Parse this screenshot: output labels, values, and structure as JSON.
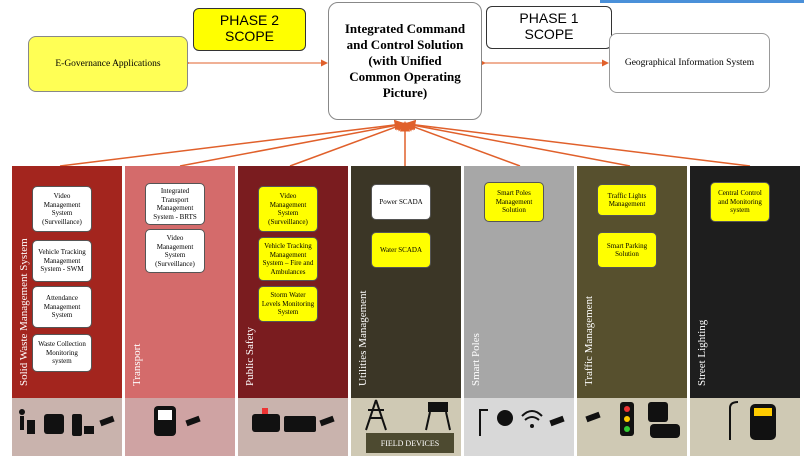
{
  "phase2": {
    "line1": "PHASE 2",
    "line2": "SCOPE"
  },
  "phase1": {
    "line1": "PHASE 1",
    "line2": "SCOPE"
  },
  "center": {
    "line1": "Integrated Command",
    "line2": "and Control Solution",
    "line3": "(with Unified",
    "line4": "Common Operating",
    "line5": "Picture)"
  },
  "egov": "E-Governance Applications",
  "gis": "Geographical Information System",
  "columns": [
    {
      "title": "Solid Waste Management System",
      "color": "#a3251e",
      "strip": "#c9b3ad",
      "cards": [
        {
          "lines": [
            "Video",
            "Management",
            "System",
            "(Surveillance)"
          ],
          "style": "white"
        },
        {
          "lines": [
            "Vehicle Tracking",
            "Management",
            "System - SWM"
          ],
          "style": "white"
        },
        {
          "lines": [
            "Attendance",
            "Management",
            "System"
          ],
          "style": "white"
        },
        {
          "lines": [
            "Waste Collection",
            "Monitoring",
            "system"
          ],
          "style": "white"
        }
      ]
    },
    {
      "title": "Transport",
      "color": "#d46b6b",
      "strip": "#cfa3a3",
      "cards": [
        {
          "lines": [
            "Integrated",
            "Transport",
            "Management",
            "System - BRTS"
          ],
          "style": "white"
        },
        {
          "lines": [
            "Video",
            "Management",
            "System",
            "(Surveillance)"
          ],
          "style": "white"
        }
      ]
    },
    {
      "title": "Public Safety",
      "color": "#7a1c1f",
      "strip": "#c9b3ad",
      "cards": [
        {
          "lines": [
            "Video",
            "Management",
            "System",
            "(Surveillance)"
          ],
          "style": "yellow"
        },
        {
          "lines": [
            "Vehicle Tracking",
            "Management",
            "System – Fire and",
            "Ambulances"
          ],
          "style": "yellow"
        },
        {
          "lines": [
            "Storm Water",
            "Levels Monitoring",
            "System"
          ],
          "style": "yellow"
        }
      ]
    },
    {
      "title": "Utilities Management",
      "color": "#3b3626",
      "strip": "#cfc9b4",
      "cards": [
        {
          "lines": [
            "Power SCADA"
          ],
          "style": "white"
        },
        {
          "lines": [
            "Water SCADA"
          ],
          "style": "yellow"
        }
      ]
    },
    {
      "title": "Smart Poles",
      "color": "#a7a7a7",
      "strip": "#d8d8d8",
      "cards": [
        {
          "lines": [
            "Smart Poles",
            "Management",
            "Solution"
          ],
          "style": "yellow"
        }
      ]
    },
    {
      "title": "Traffic Management",
      "color": "#57502e",
      "strip": "#cfc9b4",
      "cards": [
        {
          "lines": [
            "Traffic Lights",
            "Management"
          ],
          "style": "yellow"
        },
        {
          "lines": [
            "Smart Parking",
            "Solution"
          ],
          "style": "yellow"
        }
      ]
    },
    {
      "title": "Street Lighting",
      "color": "#1e1e1e",
      "strip": "#cfc9b4",
      "cards": [
        {
          "lines": [
            "Central Control",
            "and Monitoring",
            "system"
          ],
          "style": "yellow"
        }
      ]
    }
  ],
  "field_devices": "FIELD DEVICES",
  "icons": {
    "swm": [
      "person-bin-icon",
      "recycling-truck-icon",
      "barcode-scanner-icon",
      "cctv-camera-icon"
    ],
    "transport": [
      "bus-icon",
      "cctv-camera-icon"
    ],
    "safety": [
      "ambulance-icon",
      "fire-truck-icon",
      "cctv-camera-icon"
    ],
    "utilities": [
      "power-tower-icon",
      "water-tower-icon"
    ],
    "poles": [
      "street-pole-icon",
      "globe-hand-icon",
      "wifi-icon",
      "cctv-camera-icon"
    ],
    "traffic": [
      "cctv-camera-icon",
      "traffic-light-icon",
      "parking-car-icon"
    ],
    "lighting": [
      "street-lamp-icon",
      "controller-icon"
    ]
  }
}
